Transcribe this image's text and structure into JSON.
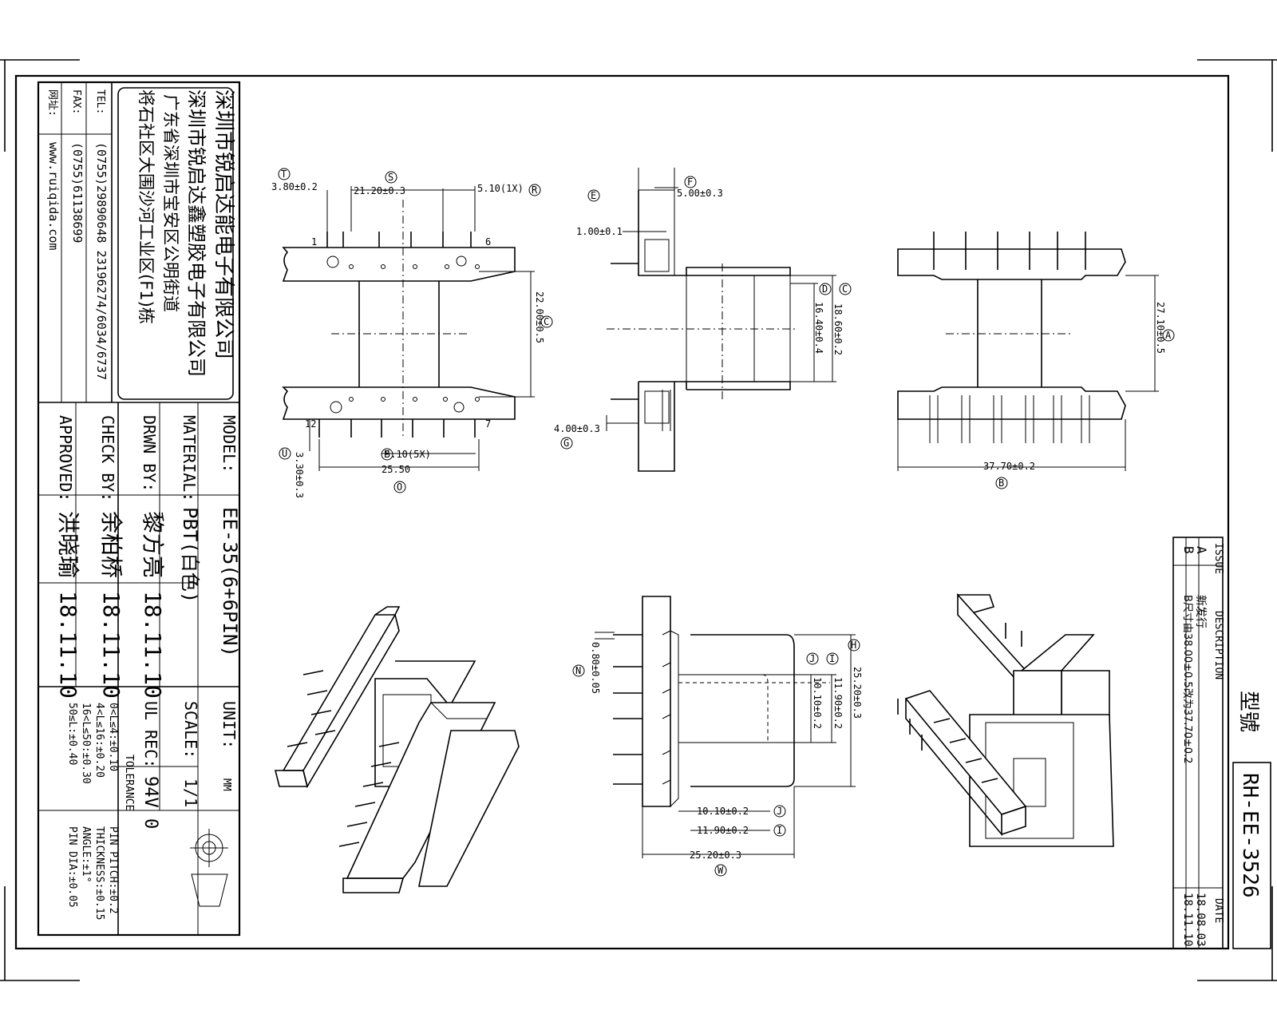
{
  "company": {
    "name_1": "深圳市锐启达能电子有限公司",
    "name_2": "深圳市锐启达鑫塑胶电子有限公司",
    "address_1": "广东省深圳市宝安区公明街道",
    "address_2": "将石社区大围沙河工业区(F1)栋",
    "tel_label": "TEL:",
    "tel_value": "(0755)29890648  23196274/6034/6737",
    "fax_label": "FAX:",
    "fax_value": "(0755)61138699",
    "web_label": "网址:",
    "web_value": "www.ruiqida.com"
  },
  "title_block": {
    "model_label": "MODEL:",
    "model_value": "EE-35(6+6PIN)",
    "material_label": "MATERIAL:",
    "material_value": "PBT(白色)",
    "drwn_label": "DRWN BY:",
    "drwn_name": "黎方亮",
    "drwn_date": "18.11.10",
    "check_label": "CHECK BY:",
    "check_name": "余柏桥",
    "check_date": "18.11.10",
    "approved_label": "APPROVED:",
    "approved_name": "洪晓瑜",
    "approved_date": "18.11.10",
    "unit_label": "UNIT:",
    "unit_value": "MM",
    "scale_label": "SCALE:",
    "scale_value": "1/1",
    "ul_label": "UL REC:",
    "ul_value": "94V 0",
    "tolerance_label": "TOLERANCE",
    "tolerances": [
      "0<L≤4:±0.10",
      "4<L≤16:±0.20",
      "16<L≤50:±0.30",
      "50≤L:±0.40"
    ],
    "pin_tolerances": [
      "PIN PITCH:±0.2",
      "THICKNESS:±0.15",
      "ANGLE:±1°",
      "PIN DIA:±0.05"
    ]
  },
  "revision": {
    "issue_label": "ISSUE",
    "desc_label": "DESCRIPTION",
    "date_label": "DATE",
    "rows": [
      {
        "issue": "A",
        "desc": "新发行",
        "date": "18.08.03"
      },
      {
        "issue": "B",
        "desc": "B尺寸由38.00±0.5改为37.70±0.2",
        "date": "18.11.10"
      }
    ],
    "type_label": "型號",
    "part_number": "RH-EE-3526"
  },
  "dimensions": {
    "top_pitch": "21.20±0.3",
    "left_offset": "3.80±0.2",
    "pin_1x": "5.10(1X)",
    "height_c": "22.00±0.5",
    "bottom_offset": "3.30±0.3",
    "bottom_pitch": "5.10(5X)",
    "bottom_width": "25.50",
    "side_1": "1.00±0.1",
    "side_2": "5.00±0.3",
    "side_c": "18.60±0.2",
    "side_d": "16.40±0.4",
    "side_g": "4.00±0.3",
    "right_a": "27.10±0.5",
    "right_b": "37.70±0.2",
    "front_h": "25.20±0.3",
    "front_i": "11.90±0.2",
    "front_j": "10.10±0.2",
    "front_k": "0.80±0.05",
    "front_j2": "10.10±0.2",
    "front_i2": "11.90±0.2",
    "front_w": "25.20±0.3"
  },
  "markers": {
    "S": "S",
    "T": "T",
    "R": "R",
    "C": "C",
    "U": "U",
    "P": "P",
    "O": "O",
    "E": "E",
    "F": "F",
    "C2": "C",
    "D": "D",
    "G": "G",
    "A": "A",
    "B": "B",
    "N": "N",
    "H": "H",
    "I": "I",
    "J": "J",
    "J2": "J",
    "I2": "I",
    "W": "W"
  },
  "pin_labels": {
    "p1": "1",
    "p6": "6",
    "p12": "12",
    "p7": "7"
  }
}
